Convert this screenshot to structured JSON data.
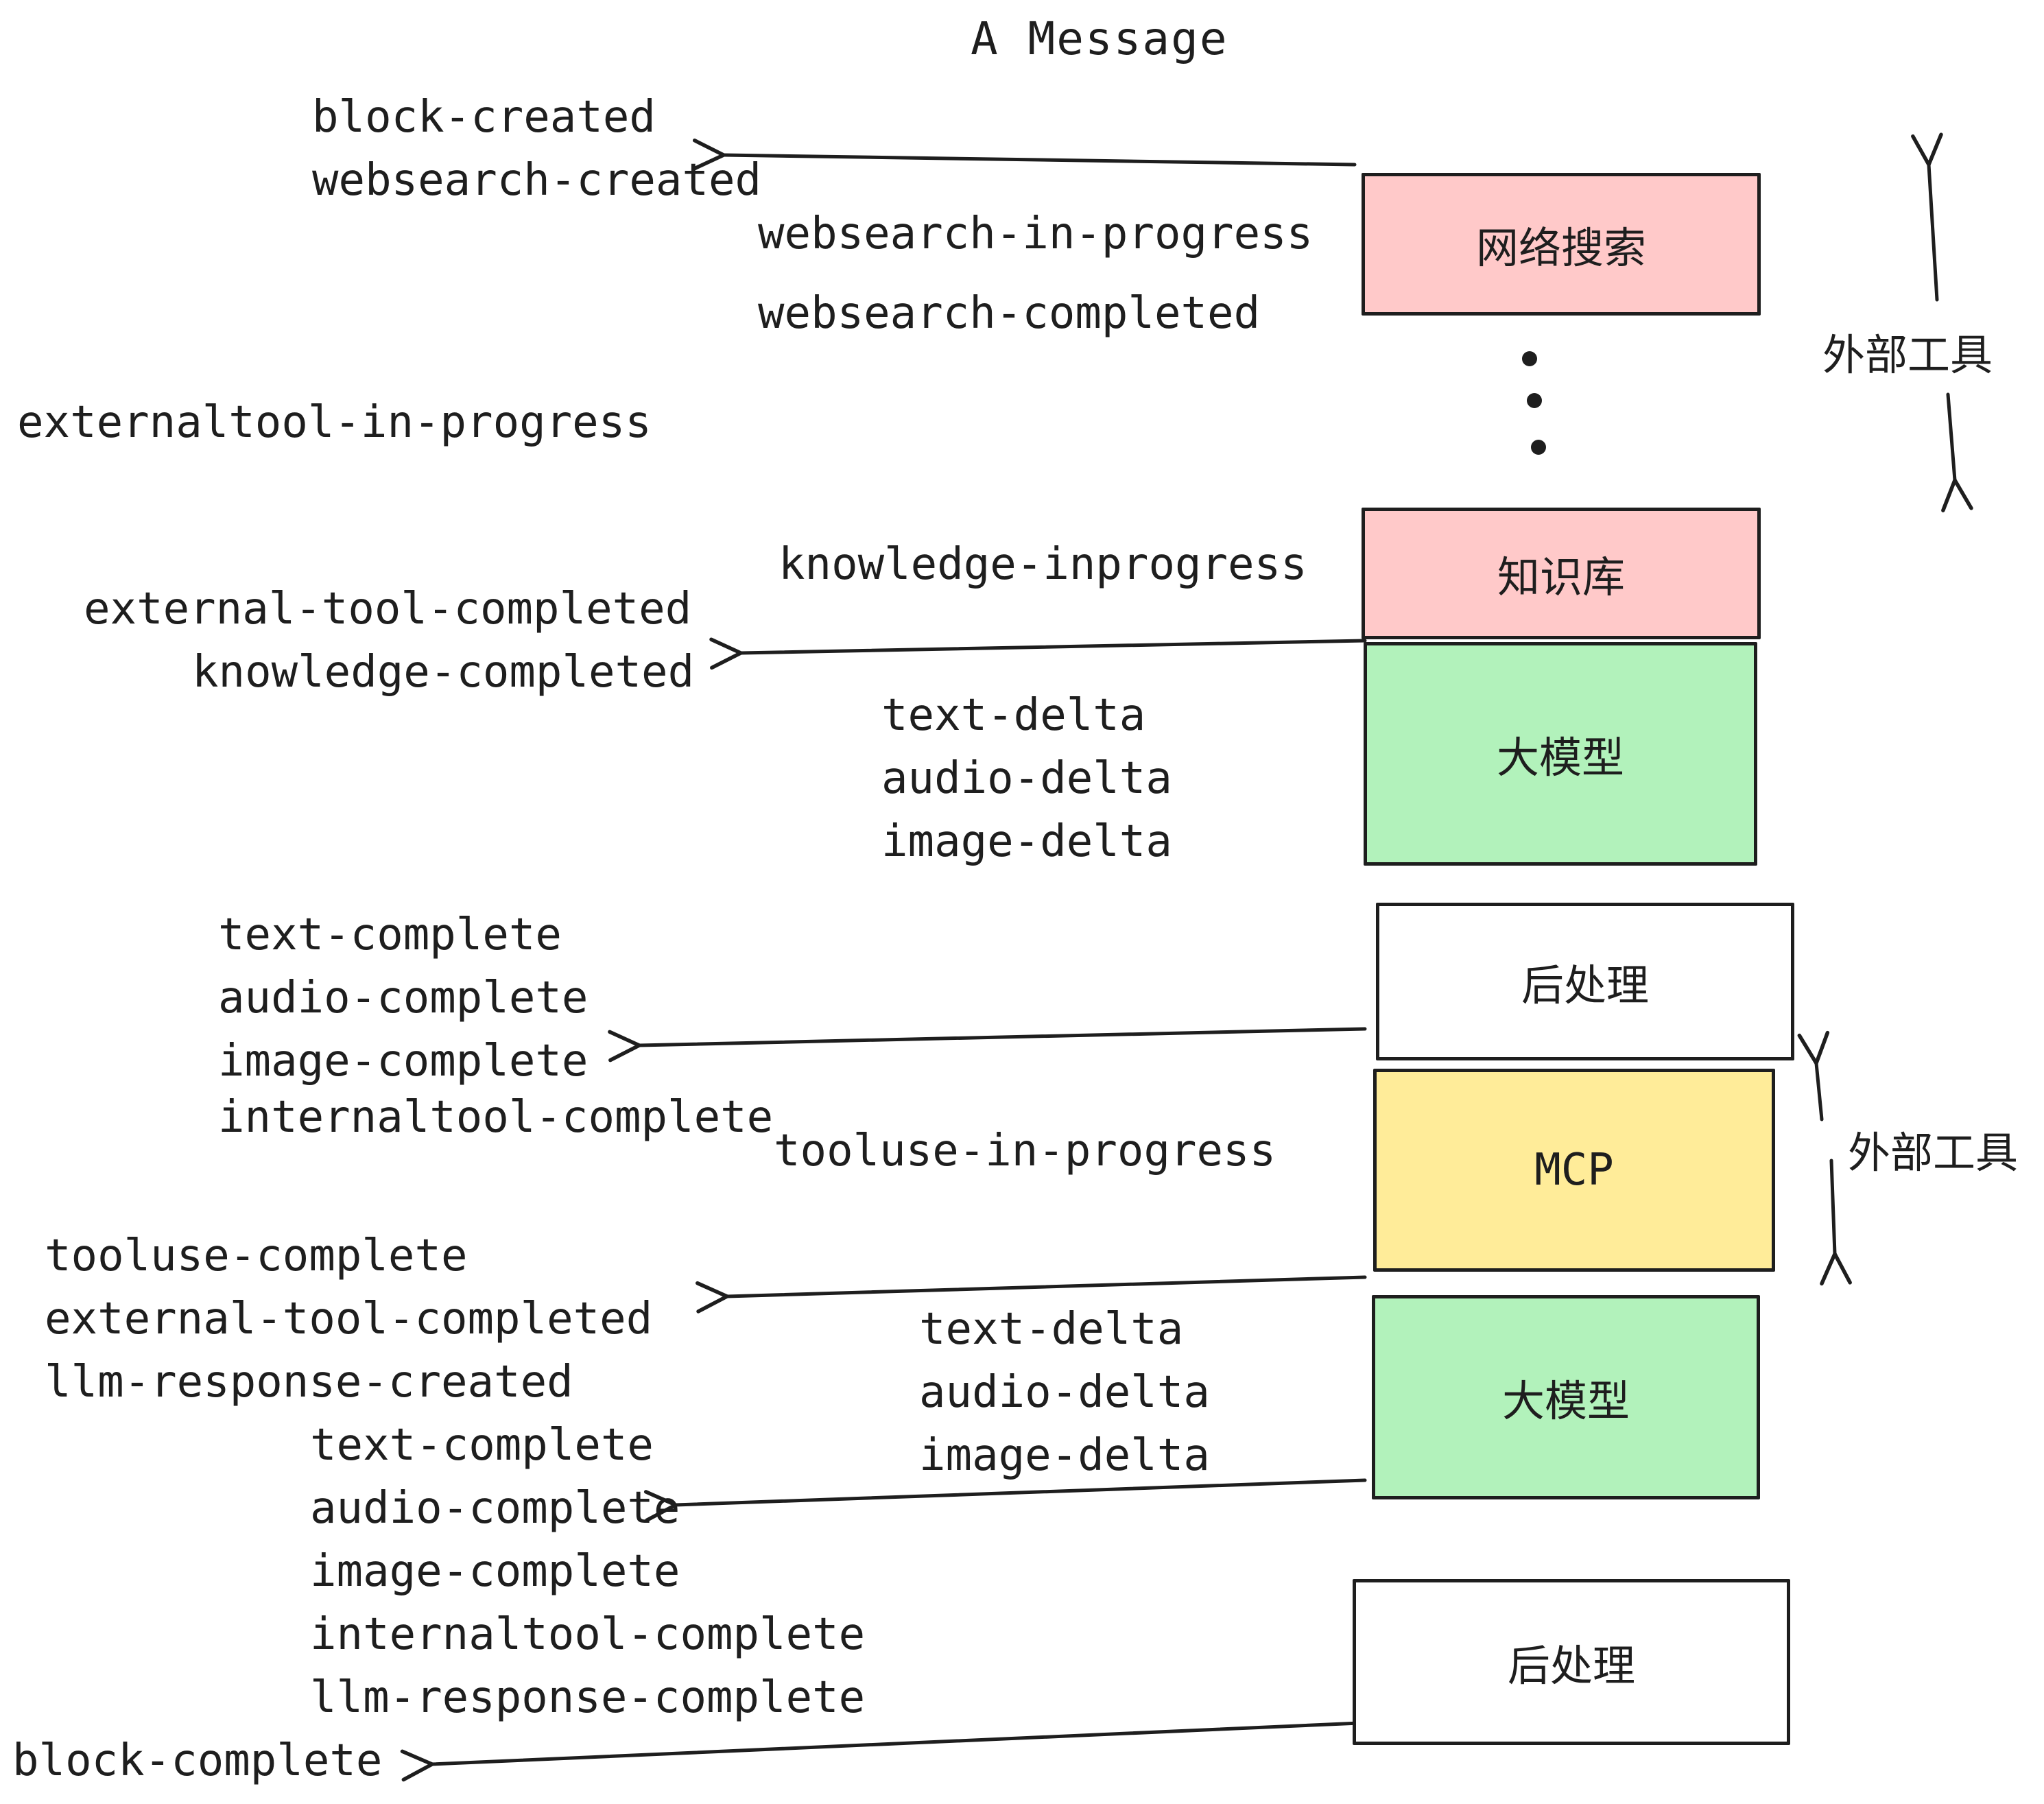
{
  "title": "A Message",
  "colors": {
    "stroke": "#1e1e1e",
    "pink": "#ffc9c9",
    "green": "#b2f2bb",
    "yellow": "#ffec99",
    "white": "#ffffff"
  },
  "boxes": {
    "websearch": {
      "label": "网络搜索"
    },
    "knowledge": {
      "label": "知识库"
    },
    "llm1": {
      "label": "大模型"
    },
    "post1": {
      "label": "后处理"
    },
    "mcp": {
      "label": "MCP"
    },
    "llm2": {
      "label": "大模型"
    },
    "post2": {
      "label": "后处理"
    }
  },
  "annotations": {
    "external_tools_top": "外部工具",
    "external_tools_mid": "外部工具"
  },
  "events": {
    "block_created": "block-created",
    "websearch_created": "websearch-created",
    "websearch_in_progress": "websearch-in-progress",
    "websearch_completed": "websearch-completed",
    "externaltool_in_progress": "externaltool-in-progress",
    "knowledge_inprogress": "knowledge-inprogress",
    "external_tool_completed_1": "external-tool-completed",
    "knowledge_completed": "knowledge-completed",
    "text_delta_1": "text-delta",
    "audio_delta_1": "audio-delta",
    "image_delta_1": "image-delta",
    "text_complete_1": "text-complete",
    "audio_complete_1": "audio-complete",
    "image_complete_1": "image-complete",
    "internaltool_complete_1": "internaltool-complete",
    "tooluse_in_progress": "tooluse-in-progress",
    "tooluse_complete": "tooluse-complete",
    "external_tool_completed_2": "external-tool-completed",
    "llm_response_created": "llm-response-created",
    "text_delta_2": "text-delta",
    "audio_delta_2": "audio-delta",
    "image_delta_2": "image-delta",
    "text_complete_2": "text-complete",
    "audio_complete_2": "audio-complete",
    "image_complete_2": "image-complete",
    "internaltool_complete_2": "internaltool-complete",
    "llm_response_complete": "llm-response-complete",
    "block_complete": "block-complete"
  }
}
